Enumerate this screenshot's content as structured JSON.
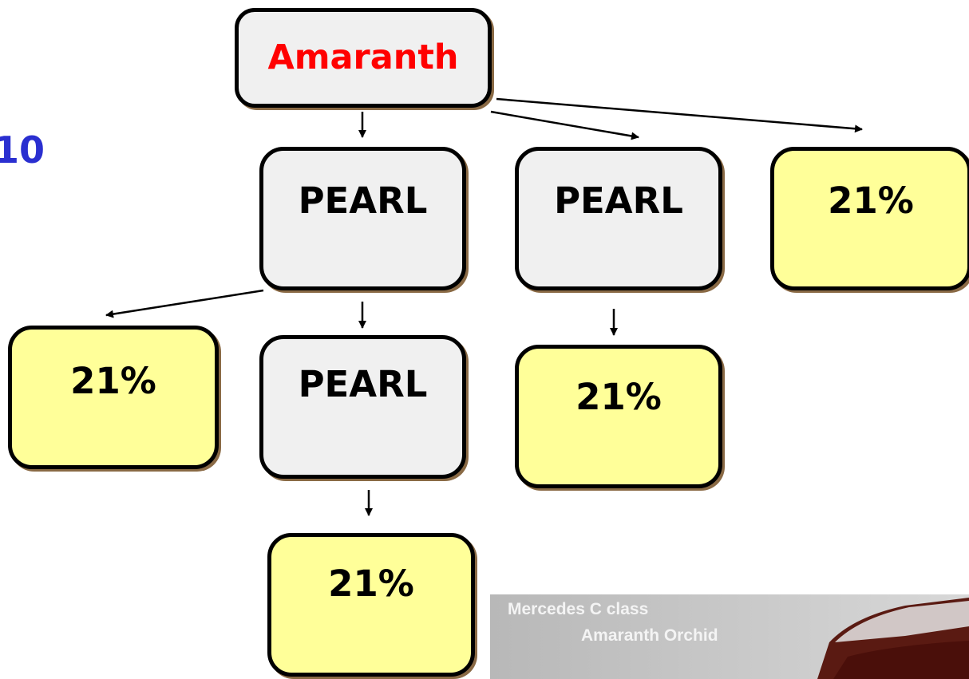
{
  "side_number": "10",
  "root": {
    "label": "Amaranth",
    "color": "#ff0000"
  },
  "nodes": [
    {
      "id": "pearl-1",
      "label": "PEARL"
    },
    {
      "id": "pearl-2",
      "label": "PEARL"
    },
    {
      "id": "pct-right",
      "label": "21%"
    },
    {
      "id": "pct-left",
      "label": "21%"
    },
    {
      "id": "pearl-3",
      "label": "PEARL"
    },
    {
      "id": "pct-mid",
      "label": "21%"
    },
    {
      "id": "pct-bottom",
      "label": "21%"
    }
  ],
  "photo": {
    "caption_line1": "Mercedes C class",
    "caption_line2": "Amaranth Orchid"
  }
}
